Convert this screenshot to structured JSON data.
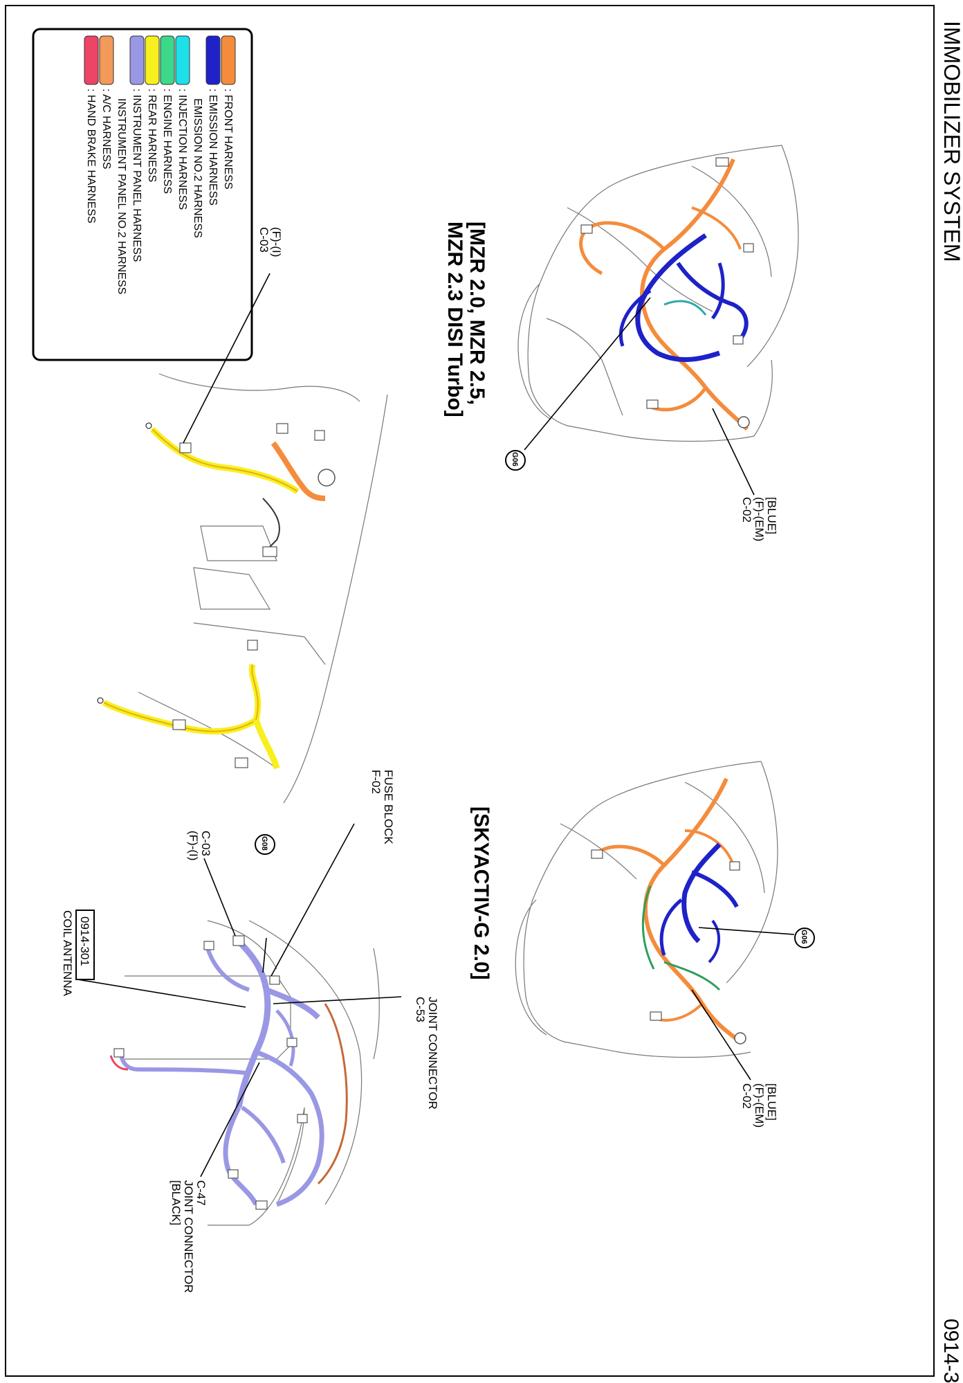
{
  "page": {
    "title": "IMMOBILIZER SYSTEM",
    "page_number": "0914-3"
  },
  "legend": {
    "items": [
      {
        "color": "#F48C3C",
        "label": ": FRONT HARNESS"
      },
      {
        "color": "#1E22C8",
        "label": ": EMISSION HARNESS"
      },
      {
        "color": null,
        "label": "EMISSION NO.2 HARNESS"
      },
      {
        "color": "#1EE0E8",
        "label": ": INJECTION HARNESS"
      },
      {
        "color": "#3CD98A",
        "label": ": ENGINE HARNESS"
      },
      {
        "color": "#F7F01E",
        "label": ": REAR HARNESS"
      },
      {
        "color": "#9A98E4",
        "label": ": INSTRUMENT PANEL HARNESS"
      },
      {
        "color": null,
        "label": "INSTRUMENT PANEL NO.2 HARNESS"
      },
      {
        "color": "#F29A5A",
        "label": ": A/C HARNESS"
      },
      {
        "color": "#EE4466",
        "label": ": HAND BRAKE HARNESS"
      }
    ]
  },
  "sections": {
    "mzr": {
      "heading_lines": [
        "[MZR 2.0, MZR 2.5,",
        "MZR 2.3 DISI Turbo]"
      ],
      "ground": "G06",
      "connector_lines": [
        "[BLUE]",
        "(F)-(EM)",
        "C-02"
      ]
    },
    "skyactiv": {
      "heading": "[SKYACTIV-G 2.0]",
      "ground": "G06",
      "connector_lines": [
        "[BLUE]",
        "(F)-(EM)",
        "C-02"
      ]
    },
    "rear": {
      "connector_lines": [
        "(F)-(I)",
        "C-03"
      ]
    },
    "dash": {
      "fuse_block_lines": [
        "FUSE BLOCK",
        "F-02"
      ],
      "ground": "G08",
      "c03_lines": [
        "C-03",
        "(F)-(I)"
      ],
      "ref_box": "0914-301",
      "coil_antenna": "COIL ANTENNA",
      "joint_c53_lines": [
        "JOINT CONNECTOR",
        "C-53"
      ],
      "joint_c47_lines": [
        "C-47",
        "JOINT CONNECTOR",
        "[BLACK]"
      ]
    }
  }
}
